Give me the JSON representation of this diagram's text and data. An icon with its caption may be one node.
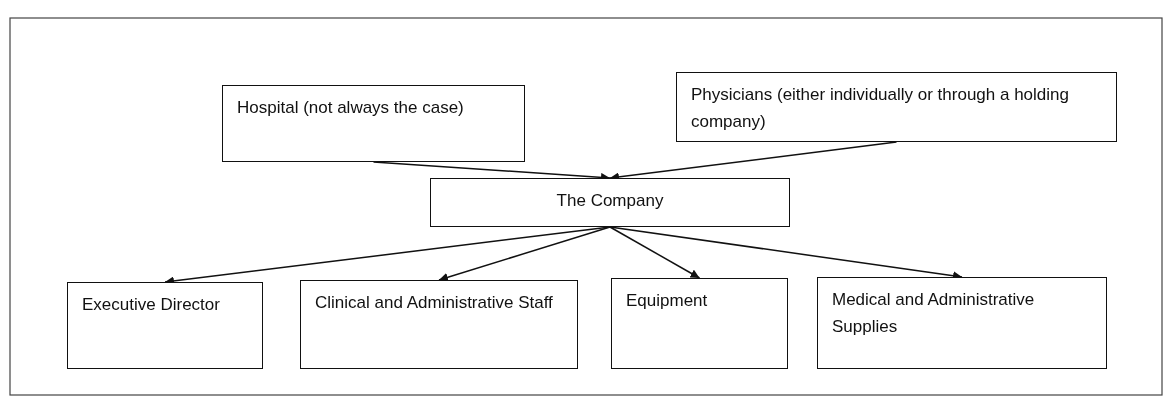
{
  "diagram": {
    "nodes": [
      {
        "text": [
          "Hospital (not always the case)"
        ]
      },
      {
        "text": [
          "Physicians (either individually or through a holding company)"
        ]
      },
      {
        "text": [
          "The Company"
        ]
      },
      {
        "text": [
          "Executive Director"
        ]
      },
      {
        "text": [
          "Clinical and Administrative Staff"
        ]
      },
      {
        "text": [
          "Equipment"
        ]
      },
      {
        "text": [
          "Medical and Administrative Supplies"
        ]
      }
    ],
    "edges": [
      {
        "from": 0,
        "to": 2,
        "arrow": "to"
      },
      {
        "from": 1,
        "to": 2,
        "arrow": "to"
      },
      {
        "from": 2,
        "to": 3,
        "arrow": "to"
      },
      {
        "from": 2,
        "to": 4,
        "arrow": "to"
      },
      {
        "from": 2,
        "to": 5,
        "arrow": "to"
      },
      {
        "from": 2,
        "to": 6,
        "arrow": "to"
      }
    ]
  }
}
